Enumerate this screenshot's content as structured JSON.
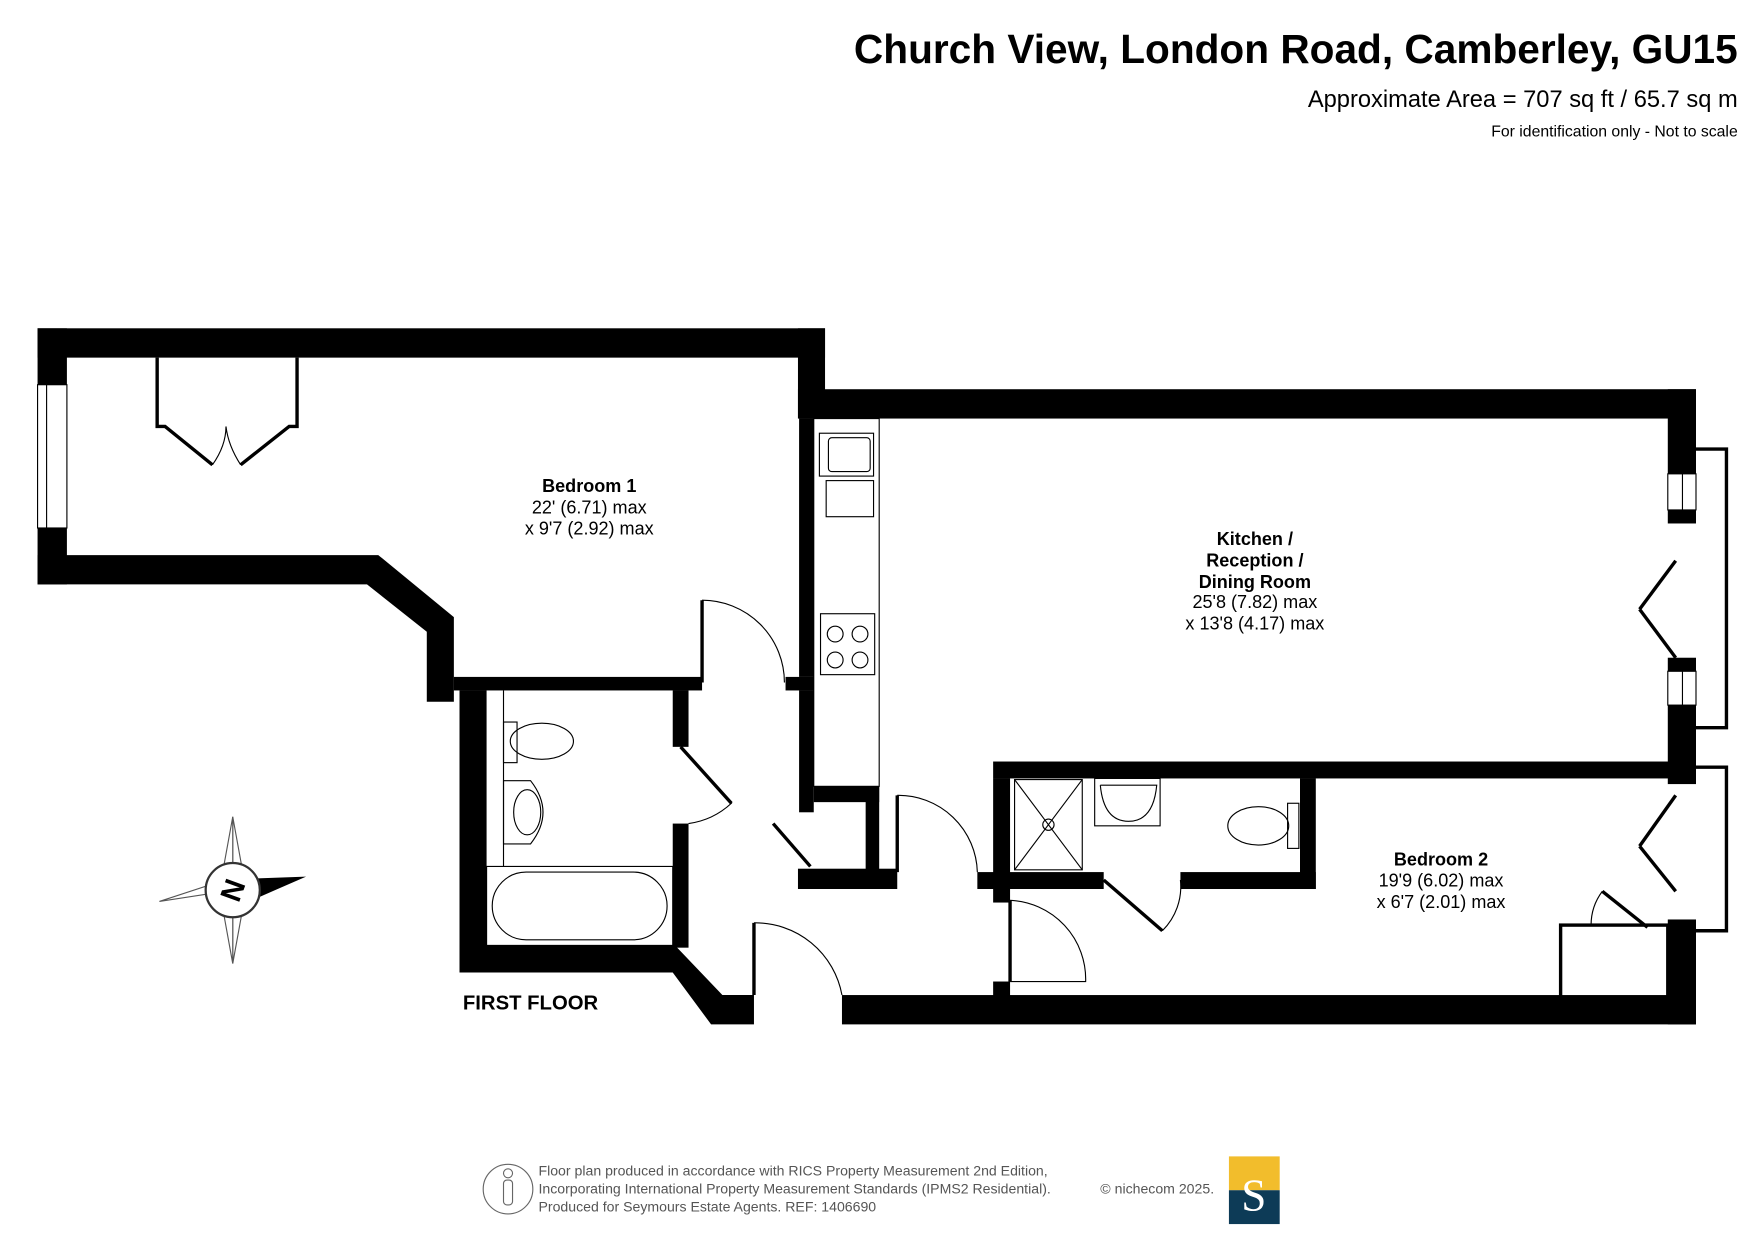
{
  "header": {
    "title": "Church View, London Road, Camberley, GU15",
    "area": "Approximate Area = 707 sq ft / 65.7 sq m",
    "disclaimer": "For identification only - Not to scale"
  },
  "rooms": [
    {
      "name": "Bedroom 1",
      "dim1": "22' (6.71) max",
      "dim2": "x 9'7 (2.92) max"
    },
    {
      "name_lines": [
        "Kitchen /",
        "Reception /",
        "Dining Room"
      ],
      "dim1": "25'8 (7.82) max",
      "dim2": "x 13'8 (4.17) max"
    },
    {
      "name": "Bedroom 2",
      "dim1": "19'9 (6.02) max",
      "dim2": "x 6'7 (2.01) max"
    }
  ],
  "floor_label": "FIRST FLOOR",
  "compass": {
    "letter": "N"
  },
  "footer": {
    "line1": "Floor plan produced in accordance with RICS Property Measurement 2nd Edition,",
    "line2": "Incorporating International Property Measurement Standards (IPMS2 Residential).",
    "copyright": "© nichecom 2025.",
    "line3": "Produced for Seymours Estate Agents.   REF: 1406690",
    "logo_letter": "S",
    "logo_colors": {
      "top": "#f2bd2c",
      "bottom": "#0d3b57"
    }
  }
}
